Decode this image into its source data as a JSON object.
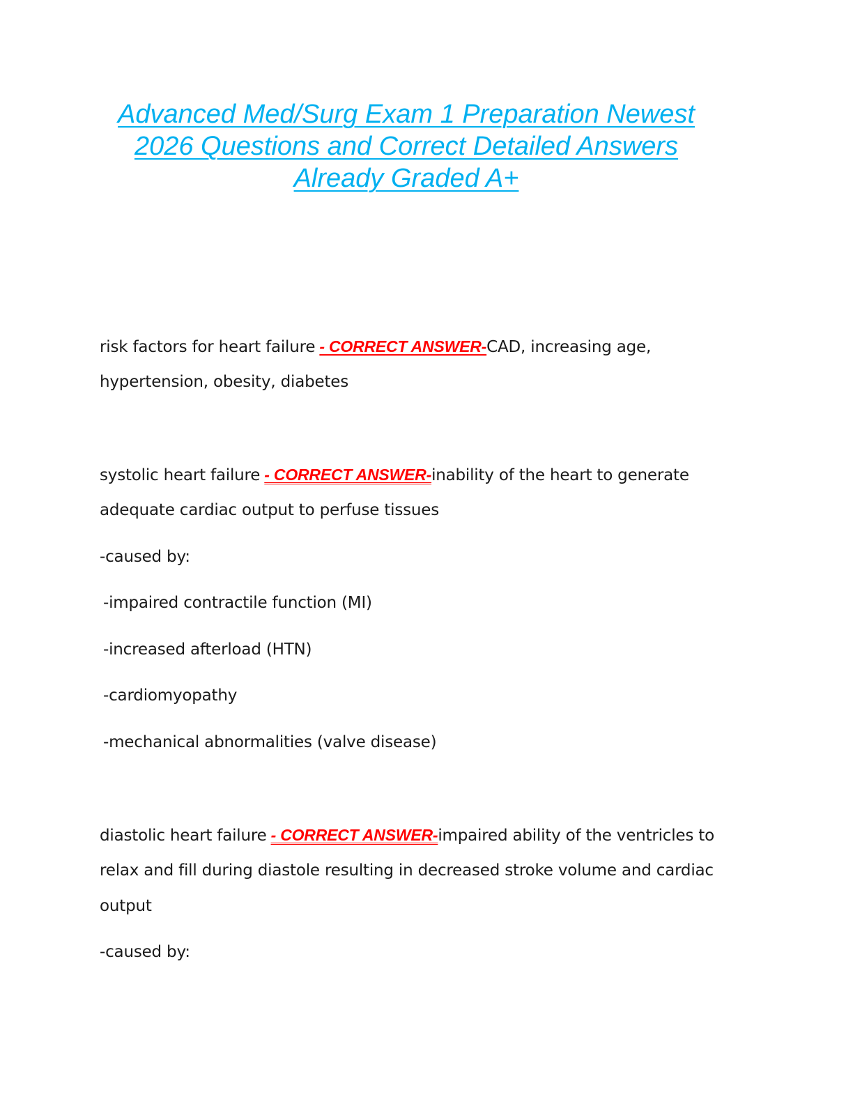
{
  "document": {
    "title_lines": [
      "Advanced Med/Surg Exam 1 Preparation Newest",
      "2026 Questions and Correct Detailed Answers",
      "Already Graded A+"
    ],
    "answer_marker": "- CORRECT ANSWER-",
    "entries": [
      {
        "term": "risk factors for heart failure",
        "answer_first": "CAD, increasing age,",
        "continuation": [
          "hypertension, obesity, diabetes"
        ]
      },
      {
        "term": "systolic heart failure",
        "answer_first": "inability of the heart to generate",
        "continuation": [
          "adequate cardiac output to perfuse tissues",
          "-caused by:",
          "-impaired contractile function (MI)",
          "-increased afterload (HTN)",
          "-cardiomyopathy",
          "-mechanical abnormalities (valve disease)"
        ]
      },
      {
        "term": "diastolic heart failure",
        "answer_first": "impaired ability of the ventricles to",
        "continuation": [
          "relax and fill during diastole resulting in decreased stroke volume and cardiac",
          "output",
          "-caused by:"
        ]
      }
    ]
  },
  "colors": {
    "title": "#00b0f0",
    "answer_marker": "#ff0000",
    "body_text": "#1a1a1a"
  }
}
